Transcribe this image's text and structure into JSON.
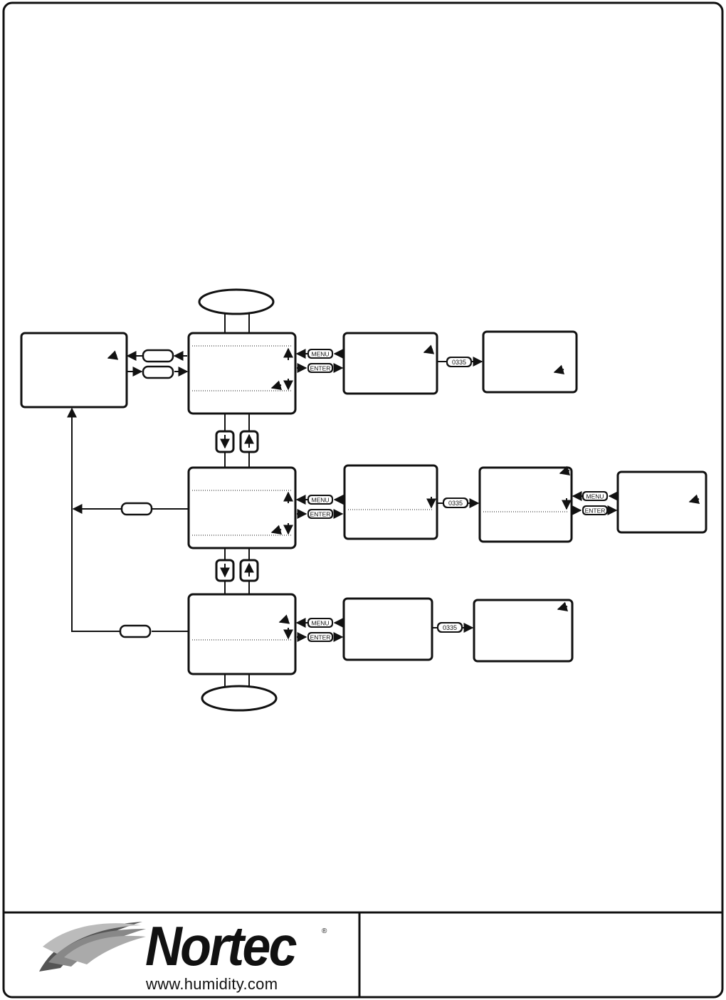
{
  "buttons": {
    "menu": "MENU",
    "enter": "ENTER",
    "password": "0335"
  },
  "footer": {
    "brand": "Nortec",
    "registered": "®",
    "website": "www.humidity.com"
  },
  "colors": {
    "stroke": "#111111",
    "background": "#ffffff"
  }
}
